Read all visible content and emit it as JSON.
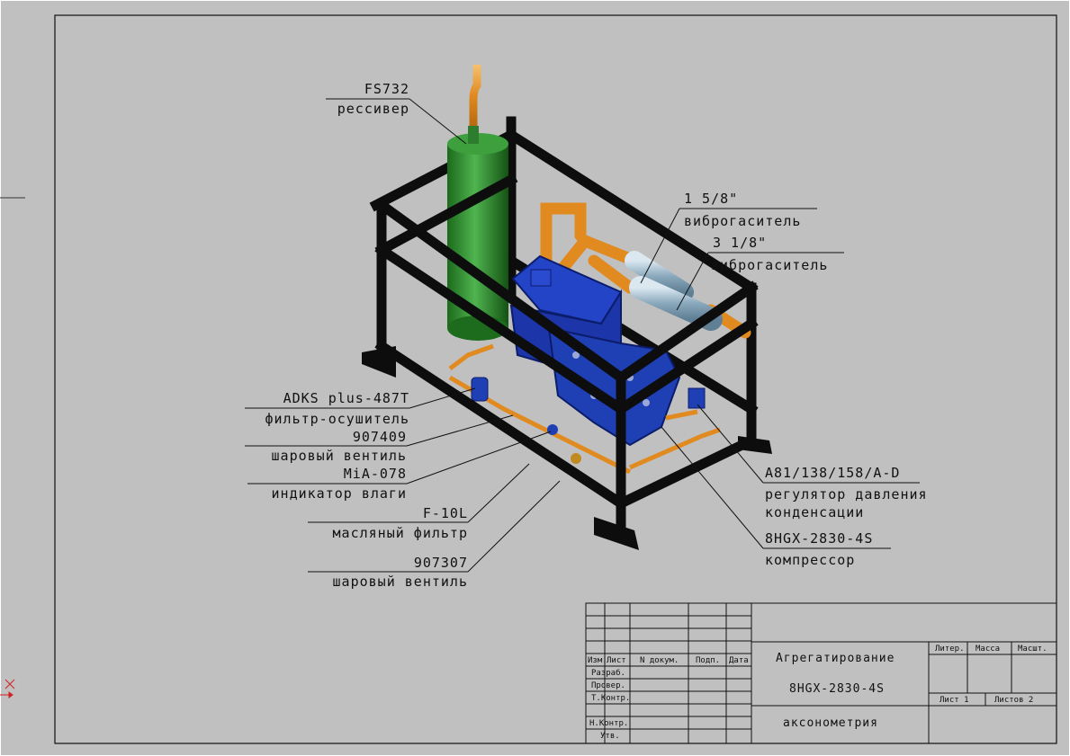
{
  "callouts": {
    "receiver_code": "FS732",
    "receiver_name": "рессивер",
    "vib1_size": "1 5/8\"",
    "vib1_name": "виброгаситель",
    "vib2_size": "3 1/8\"",
    "vib2_name": "виброгаситель",
    "filter_code": "ADKS plus-487T",
    "filter_name": "фильтр-осушитель",
    "valve1_code": "907409",
    "valve1_name": "шаровый вентиль",
    "moisture_code": "MiA-078",
    "moisture_name": "индикатор влаги",
    "oilfilter_code": "F-10L",
    "oilfilter_name": "масляный фильтр",
    "valve2_code": "907307",
    "valve2_name": "шаровый вентиль",
    "regulator_code": "A81/138/158/A-D",
    "regulator_name1": "регулятор давления",
    "regulator_name2": "конденсации",
    "compressor_code": "8HGX-2830-4S",
    "compressor_name": "компрессор"
  },
  "title_block": {
    "col_izm": "Изм.",
    "col_list": "Лист",
    "col_ndoc": "N докум.",
    "col_podp": "Подп.",
    "col_data": "Дата",
    "row_razrab": "Разраб.",
    "row_prov": "Провер.",
    "row_tkontr": "Т.Контр.",
    "row_nkontr": "Н.Контр.",
    "row_utv": "Утв.",
    "title_line1": "Агрегатирование",
    "title_line2": "8HGX-2830-4S",
    "view_name": "аксонометрия",
    "lit": "Литер.",
    "massa": "Масса",
    "masht": "Масшт.",
    "sheet": "Лист 1",
    "sheets": "Листов  2"
  },
  "colors": {
    "background": "#c0c0c0",
    "receiver": "#2e8b2e",
    "compressor": "#1f3fb5",
    "pipe": "#e89a2c",
    "frame": "#1a1a1a",
    "damper": "#9fb8c8"
  }
}
